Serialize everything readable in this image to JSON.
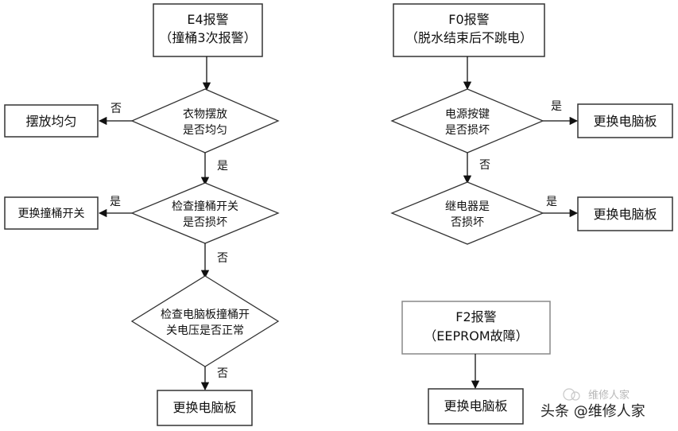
{
  "flows": {
    "e4": {
      "start": [
        "E4报警",
        "（撞桶3次报警）"
      ],
      "q1": [
        "衣物摆放",
        "是否均匀"
      ],
      "q1_no_action": "摆放均匀",
      "q1_no": "否",
      "q1_yes": "是",
      "q2": [
        "检查撞桶开关",
        "是否损坏"
      ],
      "q2_yes_action": "更换撞桶开关",
      "q2_yes": "是",
      "q2_no": "否",
      "q3": [
        "检查电脑板撞桶开",
        "关电压是否正常"
      ],
      "q3_no": "否",
      "end": "更换电脑板"
    },
    "f0": {
      "start": [
        "F0报警",
        "（脱水结束后不跳电）"
      ],
      "q1": [
        "电源按键",
        "是否损坏"
      ],
      "q1_yes": "是",
      "q1_yes_action": "更换电脑板",
      "q1_no": "否",
      "q2": [
        "继电器是",
        "否损坏"
      ],
      "q2_yes": "是",
      "q2_yes_action": "更换电脑板"
    },
    "f2": {
      "start": [
        "F2报警",
        "（EEPROM故障）"
      ],
      "end": "更换电脑板"
    }
  },
  "watermark": {
    "main": "头条 @维修人家",
    "faint": "维修人家"
  },
  "colors": {
    "line": "#111111",
    "box_border": "#333333",
    "faint_box_border": "#888888"
  }
}
